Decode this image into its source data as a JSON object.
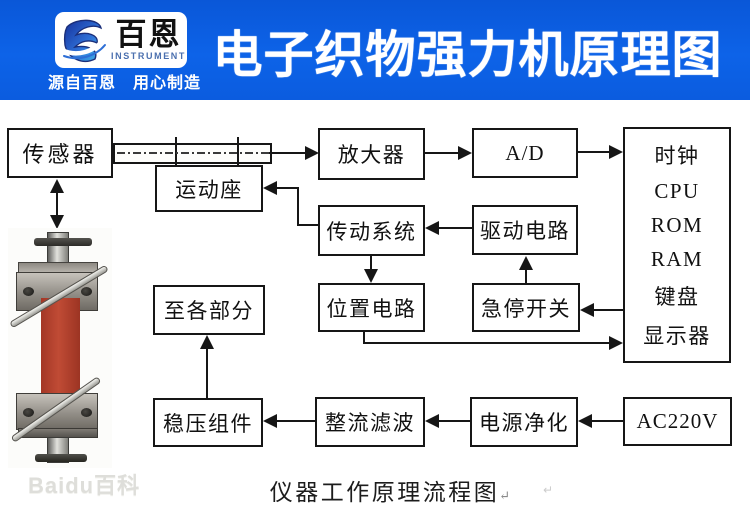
{
  "header": {
    "logo": {
      "brand": "百恩",
      "sub": "INSTRUMENT",
      "tagline": "源自百恩　用心制造"
    },
    "title": "电子织物强力机原理图"
  },
  "diagram": {
    "nodes": {
      "sensor": "传感器",
      "moving_seat": "运动座",
      "amplifier": "放大器",
      "ad": "A/D",
      "transmission": "传动系统",
      "drive_circuit": "驱动电路",
      "position_circuit": "位置电路",
      "estop": "急停开关",
      "to_all_parts": "至各部分",
      "regulator": "稳压组件",
      "rectifier": "整流滤波",
      "purifier": "电源净化",
      "ac_power": "AC220V"
    },
    "cpu_stack": [
      "时钟",
      "CPU",
      "ROM",
      "RAM",
      "键盘",
      "显示器"
    ],
    "edges": [
      "传感器→放大器",
      "放大器→A/D",
      "A/D→主机(时钟/CPU/ROM/RAM/键盘/显示器)",
      "主机→急停开关",
      "急停开关→驱动电路",
      "驱动电路→传动系统",
      "传动系统→运动座",
      "传动系统→位置电路",
      "位置电路→主机",
      "AC220V→电源净化",
      "电源净化→整流滤波",
      "整流滤波→稳压组件",
      "稳压组件→至各部分",
      "传感器↔试样夹具"
    ],
    "caption": "仪器工作原理流程图",
    "caption_mark": "↵"
  },
  "watermark": "Baidu百科",
  "colors": {
    "header_bg": "#0d63e8",
    "title_text": "#ffffff",
    "line": "#161616",
    "specimen_red": "#b8402e",
    "logo_sub_blue": "#4a6fae"
  }
}
